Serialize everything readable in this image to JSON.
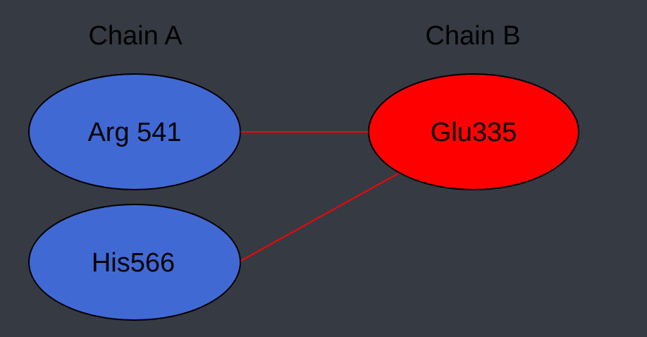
{
  "colors": {
    "background": "#363a42",
    "chain_a_node": "#4169d4",
    "chain_b_node": "#ff0000",
    "edge": "#ff0000",
    "outline": "#000000"
  },
  "chains": [
    {
      "id": "chain-a",
      "label": "Chain A",
      "residues": [
        {
          "id": "arg541",
          "label": "Arg 541"
        },
        {
          "id": "his566",
          "label": "His566"
        }
      ]
    },
    {
      "id": "chain-b",
      "label": "Chain B",
      "residues": [
        {
          "id": "glu335",
          "label": "Glu335"
        }
      ]
    }
  ],
  "interactions": [
    {
      "from": "arg541",
      "to": "glu335"
    },
    {
      "from": "his566",
      "to": "glu335"
    }
  ]
}
